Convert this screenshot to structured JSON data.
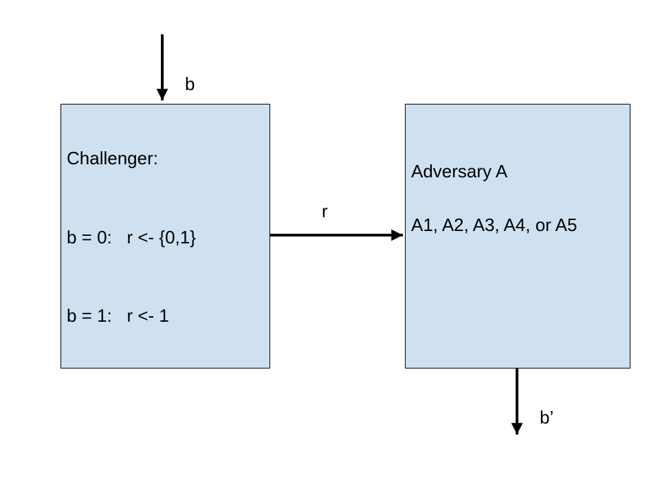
{
  "colors": {
    "box_fill": "#cfe0f1",
    "stroke": "#000000"
  },
  "challenger": {
    "title": "Challenger:",
    "line1": "b = 0:   r <- {0,1}",
    "line2": "b = 1:   r <- 1"
  },
  "adversary": {
    "title": "Adversary A",
    "line1": "A1, A2, A3, A4, or A5"
  },
  "labels": {
    "input_b": "b",
    "message_r": "r",
    "output_b_prime": "b’"
  }
}
